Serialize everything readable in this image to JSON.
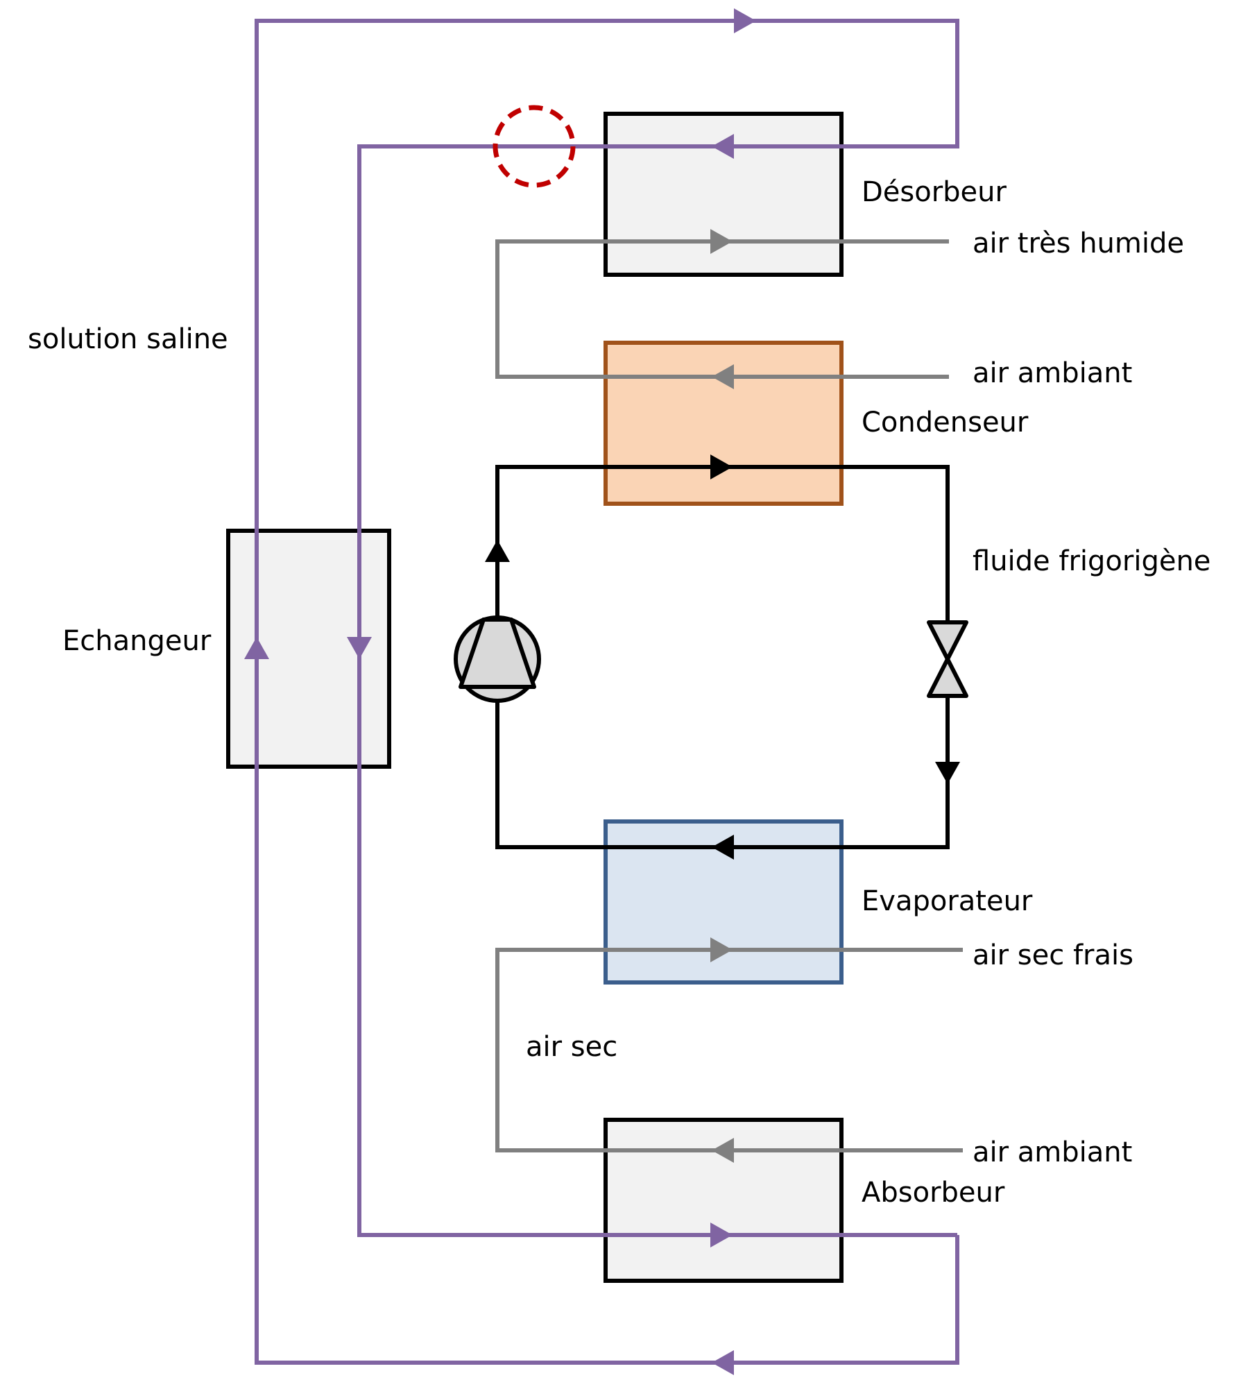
{
  "components": {
    "desorbeur": "Désorbeur",
    "condenseur": "Condenseur",
    "evaporateur": "Evaporateur",
    "absorbeur": "Absorbeur",
    "echangeur": "Echangeur"
  },
  "streams": {
    "solution_saline": "solution saline",
    "air_tres_humide": "air très humide",
    "air_ambiant_top": "air ambiant",
    "fluide_frigorigene": "fluide frigorigène",
    "air_sec_frais": "air sec frais",
    "air_sec": "air sec",
    "air_ambiant_bottom": "air ambiant"
  },
  "colors": {
    "solution_loop": "#8064a2",
    "air_loop": "#808080",
    "refrigerant_loop": "#000000",
    "condenser_fill": "#fad4b5",
    "condenser_border": "#a0521a",
    "evaporator_fill": "#dbe5f1",
    "evaporator_border": "#3b5e8c",
    "box_fill": "#f2f2f2",
    "highlight_circle": "#c00000"
  }
}
